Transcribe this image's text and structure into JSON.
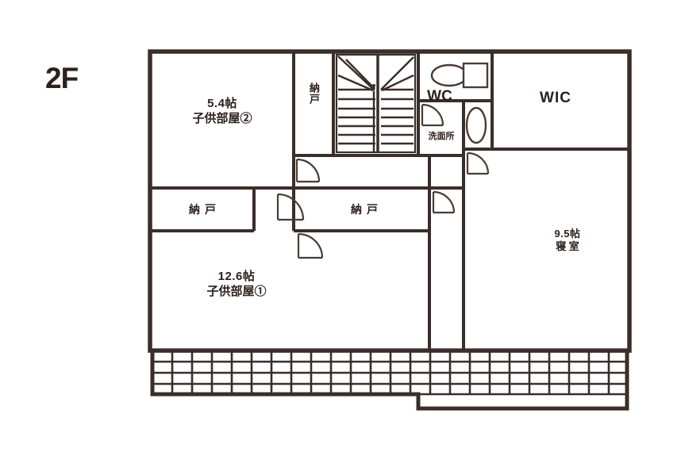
{
  "plan": {
    "floor_label": "2F",
    "colors": {
      "wall": "#3a2e2a",
      "background": "#ffffff",
      "text": "#2b211d",
      "fixture_line": "#4a3c36"
    },
    "rooms": [
      {
        "id": "kodomo2",
        "size": "5.4帖",
        "name": "子供部屋②",
        "name_en": "children-room-2"
      },
      {
        "id": "kodomo1",
        "size": "12.6帖",
        "name": "子供部屋①",
        "name_en": "children-room-1"
      },
      {
        "id": "shinshitsu",
        "size": "9.5帖",
        "name": "寝 室",
        "name_en": "master-bedroom"
      },
      {
        "id": "nando_top",
        "size": "",
        "name": "納戸",
        "name_en": "storage-top"
      },
      {
        "id": "nando_left",
        "size": "",
        "name": "納戸",
        "name_en": "storage-left"
      },
      {
        "id": "nando_mid",
        "size": "",
        "name": "納戸",
        "name_en": "storage-middle"
      },
      {
        "id": "wc",
        "size": "",
        "name": "WC",
        "name_en": "toilet"
      },
      {
        "id": "senmenjo",
        "size": "",
        "name": "洗面所",
        "name_en": "washroom"
      },
      {
        "id": "wic",
        "size": "",
        "name": "WIC",
        "name_en": "walk-in-closet"
      }
    ],
    "features": {
      "staircase": "stairs-down",
      "balcony": "balcony-deck-grid",
      "doors": 6
    }
  }
}
